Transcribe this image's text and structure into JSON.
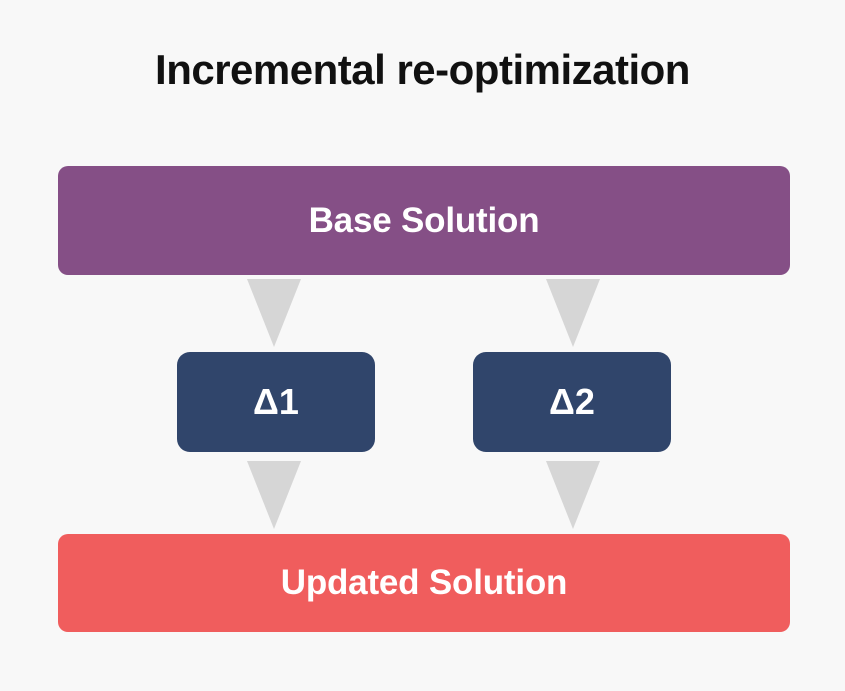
{
  "diagram": {
    "title": "Incremental re-optimization",
    "type": "flowchart",
    "background_color": "#f8f8f8",
    "title_color": "#111111",
    "arrow_color": "#d6d6d6",
    "nodes": [
      {
        "id": "base-solution",
        "label": "Base Solution",
        "role": "source",
        "color": "#854f86",
        "text_color": "#ffffff"
      },
      {
        "id": "delta-1",
        "label": "Δ1",
        "role": "increment",
        "color": "#30456b",
        "text_color": "#ffffff"
      },
      {
        "id": "delta-2",
        "label": "Δ2",
        "role": "increment",
        "color": "#30456b",
        "text_color": "#ffffff"
      },
      {
        "id": "updated-solution",
        "label": "Updated Solution",
        "role": "result",
        "color": "#f05d5d",
        "text_color": "#ffffff"
      }
    ],
    "edges": [
      {
        "id": "base-to-delta1",
        "from": "base-solution",
        "to": "delta-1",
        "shape": "triangle-down"
      },
      {
        "id": "base-to-delta2",
        "from": "base-solution",
        "to": "delta-2",
        "shape": "triangle-down"
      },
      {
        "id": "delta1-to-updated",
        "from": "delta-1",
        "to": "updated-solution",
        "shape": "triangle-down"
      },
      {
        "id": "delta2-to-updated",
        "from": "delta-2",
        "to": "updated-solution",
        "shape": "triangle-down"
      }
    ]
  }
}
